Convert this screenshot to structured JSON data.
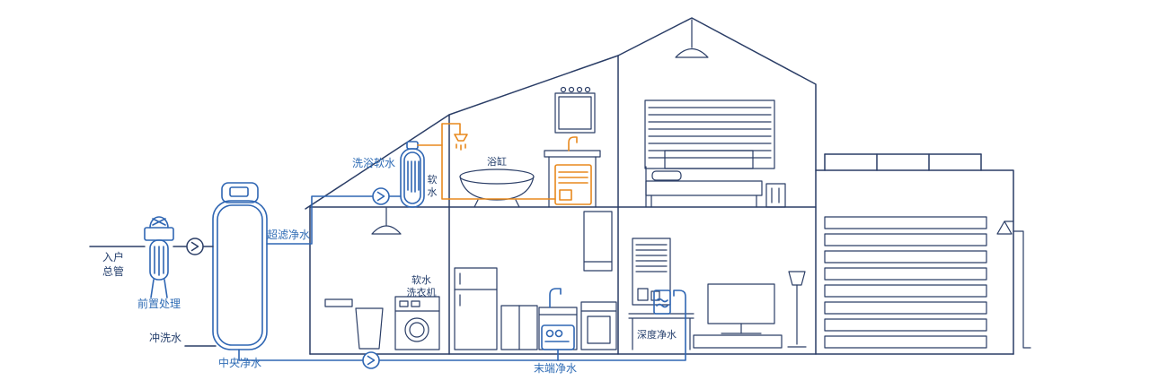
{
  "diagram": {
    "labels": {
      "inlet": [
        "入户",
        "总管"
      ],
      "prefilter": "前置处理",
      "flush": "冲洗水",
      "central": "中央净水",
      "ultrafiltration": "超滤净水",
      "bath_softener": "洗浴软水",
      "soft_water": [
        "软",
        "水"
      ],
      "bathtub": "浴缸",
      "soft_washer": [
        "软水",
        "洗衣机"
      ],
      "endpoint": "末端净水",
      "deep": "深度净水"
    },
    "colors": {
      "house_outline": "#2a3d66",
      "device_blue": "#2f66b3",
      "pipe_orange": "#e8891d",
      "label_dark": "#27416e",
      "label_blue": "#2f6cb5",
      "background": "#ffffff"
    },
    "icons": {
      "flow_arrow": "chevron-right-in-circle"
    }
  }
}
